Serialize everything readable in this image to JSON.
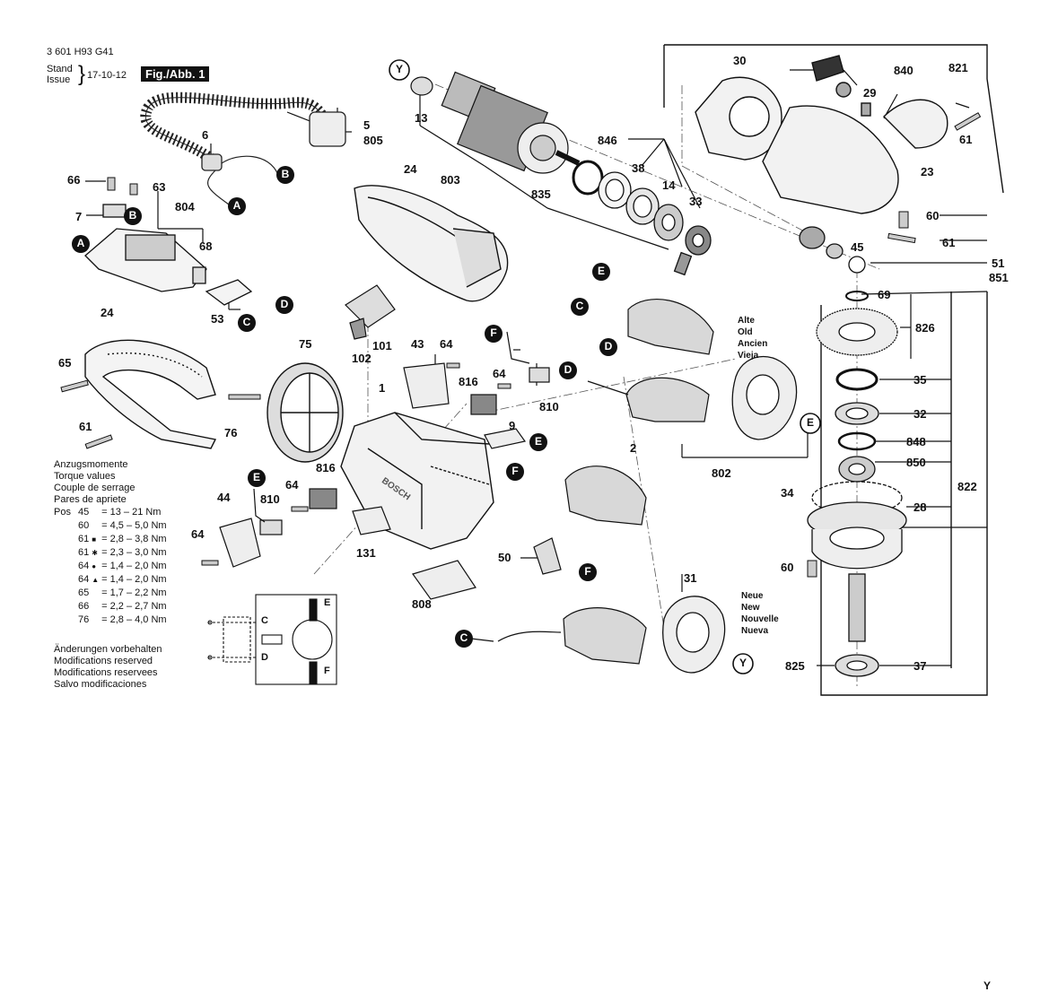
{
  "header": {
    "doc_number": "3 601 H93 G41",
    "stand_label": "Stand",
    "issue_label": "Issue",
    "date": "17-10-12",
    "fig_label": "Fig./Abb. 1"
  },
  "part_labels": [
    {
      "text": "5"
    },
    {
      "text": "805"
    },
    {
      "text": "6"
    },
    {
      "text": "66"
    },
    {
      "text": "63"
    },
    {
      "text": "7"
    },
    {
      "text": "804"
    },
    {
      "text": "68"
    },
    {
      "text": "53"
    },
    {
      "text": "24"
    },
    {
      "text": "13"
    },
    {
      "text": "803"
    },
    {
      "text": "835"
    },
    {
      "text": "846"
    },
    {
      "text": "38"
    },
    {
      "text": "14"
    },
    {
      "text": "33"
    },
    {
      "text": "30"
    },
    {
      "text": "840"
    },
    {
      "text": "821"
    },
    {
      "text": "29"
    },
    {
      "text": "61"
    },
    {
      "text": "23"
    },
    {
      "text": "60"
    },
    {
      "text": "61"
    },
    {
      "text": "45"
    },
    {
      "text": "51"
    },
    {
      "text": "851"
    },
    {
      "text": "69"
    },
    {
      "text": "826"
    },
    {
      "text": "35"
    },
    {
      "text": "32"
    },
    {
      "text": "848"
    },
    {
      "text": "850"
    },
    {
      "text": "822"
    },
    {
      "text": "34"
    },
    {
      "text": "28"
    },
    {
      "text": "60"
    },
    {
      "text": "825"
    },
    {
      "text": "37"
    },
    {
      "text": "24"
    },
    {
      "text": "65"
    },
    {
      "text": "61"
    },
    {
      "text": "76"
    },
    {
      "text": "75"
    },
    {
      "text": "101"
    },
    {
      "text": "102"
    },
    {
      "text": "43"
    },
    {
      "text": "64"
    },
    {
      "text": "816"
    },
    {
      "text": "64"
    },
    {
      "text": "810"
    },
    {
      "text": "1"
    },
    {
      "text": "9"
    },
    {
      "text": "2"
    },
    {
      "text": "802"
    },
    {
      "text": "816"
    },
    {
      "text": "64"
    },
    {
      "text": "810"
    },
    {
      "text": "44"
    },
    {
      "text": "64"
    },
    {
      "text": "131"
    },
    {
      "text": "50"
    },
    {
      "text": "808"
    },
    {
      "text": "31"
    }
  ],
  "callouts": [
    "Y",
    "B",
    "A",
    "B",
    "A",
    "D",
    "C",
    "F",
    "E",
    "C",
    "D",
    "E",
    "F",
    "D",
    "E",
    "F",
    "C",
    "E",
    "Y",
    "Y"
  ],
  "language_blocks": {
    "old": [
      "Alte",
      "Old",
      "Ancien",
      "Vieja"
    ],
    "new": [
      "Neue",
      "New",
      "Nouvelle",
      "Nueva"
    ]
  },
  "torque": {
    "title_lines": [
      "Anzugsmomente",
      "Torque values",
      "Couple de serrage",
      "Pares de apriete"
    ],
    "pos_label": "Pos",
    "rows": [
      {
        "pos": "45",
        "mark": "",
        "eq": "=",
        "value": "13 – 21 Nm"
      },
      {
        "pos": "60",
        "mark": "",
        "eq": "=",
        "value": "4,5 – 5,0 Nm"
      },
      {
        "pos": "61",
        "mark": "■",
        "eq": "=",
        "value": "2,8 – 3,8 Nm"
      },
      {
        "pos": "61",
        "mark": "✱",
        "eq": "=",
        "value": "2,3 – 3,0 Nm"
      },
      {
        "pos": "64",
        "mark": "●",
        "eq": "=",
        "value": "1,4 – 2,0 Nm"
      },
      {
        "pos": "64",
        "mark": "▲",
        "eq": "=",
        "value": "1,4 – 2,0 Nm"
      },
      {
        "pos": "65",
        "mark": "",
        "eq": "=",
        "value": "1,7 – 2,2 Nm"
      },
      {
        "pos": "66",
        "mark": "",
        "eq": "=",
        "value": "2,2 – 2,7 Nm"
      },
      {
        "pos": "76",
        "mark": "",
        "eq": "=",
        "value": "2,8 – 4,0 Nm"
      }
    ]
  },
  "notes": [
    "Änderungen vorbehalten",
    "Modifications reserved",
    "Modifications reservees",
    "Salvo modificaciones"
  ],
  "wiring_labels": [
    "C",
    "D",
    "E",
    "F"
  ],
  "housing_brand": "BOSCH"
}
